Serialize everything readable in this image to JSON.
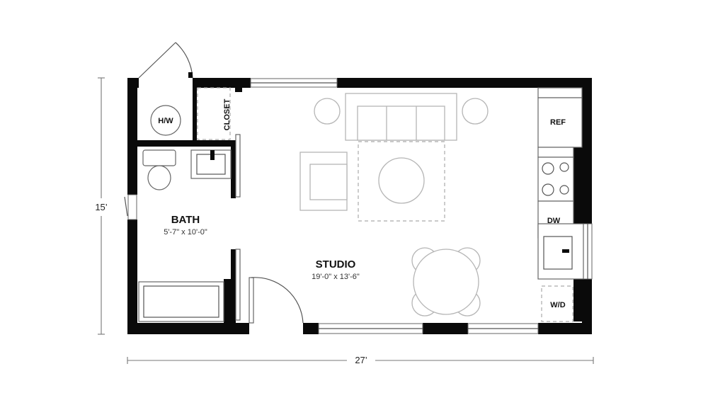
{
  "rooms": {
    "bath": {
      "name": "BATH",
      "size": "5'-7\" x 10'-0\""
    },
    "studio": {
      "name": "STUDIO",
      "size": "19'-0\" x 13'-6\""
    }
  },
  "labels": {
    "water_heater": "H/W",
    "closet": "CLOSET",
    "refrigerator": "REF",
    "dishwasher": "DW",
    "washer_dryer": "W/D"
  },
  "dimensions": {
    "width": "27’",
    "height": "15’"
  }
}
